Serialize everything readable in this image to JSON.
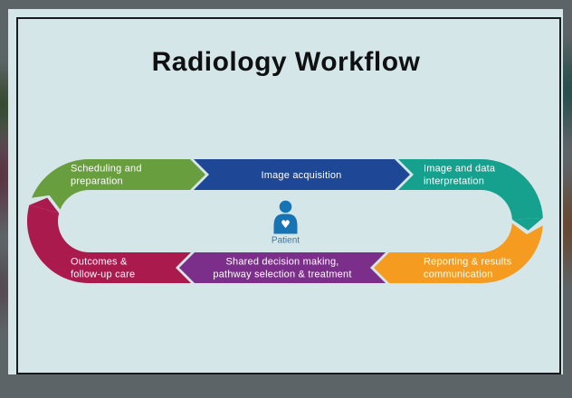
{
  "title": {
    "text": "Radiology Workflow",
    "color": "#0f1012"
  },
  "canvas": {
    "frame_color": "#5d6468",
    "card_color": "#d5e6e9",
    "border_color": "#171b1f"
  },
  "workflow": {
    "steps": [
      {
        "name": "scheduling-and-preparation",
        "lines": [
          "Scheduling and",
          "preparation"
        ],
        "color": "#699e3e"
      },
      {
        "name": "image-acquisition",
        "lines": [
          "Image acquisition"
        ],
        "color": "#1e4796"
      },
      {
        "name": "image-and-data-interpretation",
        "lines": [
          "Image and data",
          "interpretation"
        ],
        "color": "#16a18e"
      },
      {
        "name": "reporting-and-results-communication",
        "lines": [
          "Reporting & results",
          "communication"
        ],
        "color": "#f59b1f"
      },
      {
        "name": "shared-decision-making",
        "lines": [
          "Shared decision making,",
          "pathway selection & treatment"
        ],
        "color": "#7b2e8a"
      },
      {
        "name": "outcomes-and-follow-up-care",
        "lines": [
          "Outcomes &",
          "follow-up care"
        ],
        "color": "#ab1a4d"
      }
    ],
    "center": {
      "label": "Patient",
      "label_color": "#2c7ab8",
      "icon_color": "#1673b4",
      "heart_glyph": "♥"
    }
  }
}
